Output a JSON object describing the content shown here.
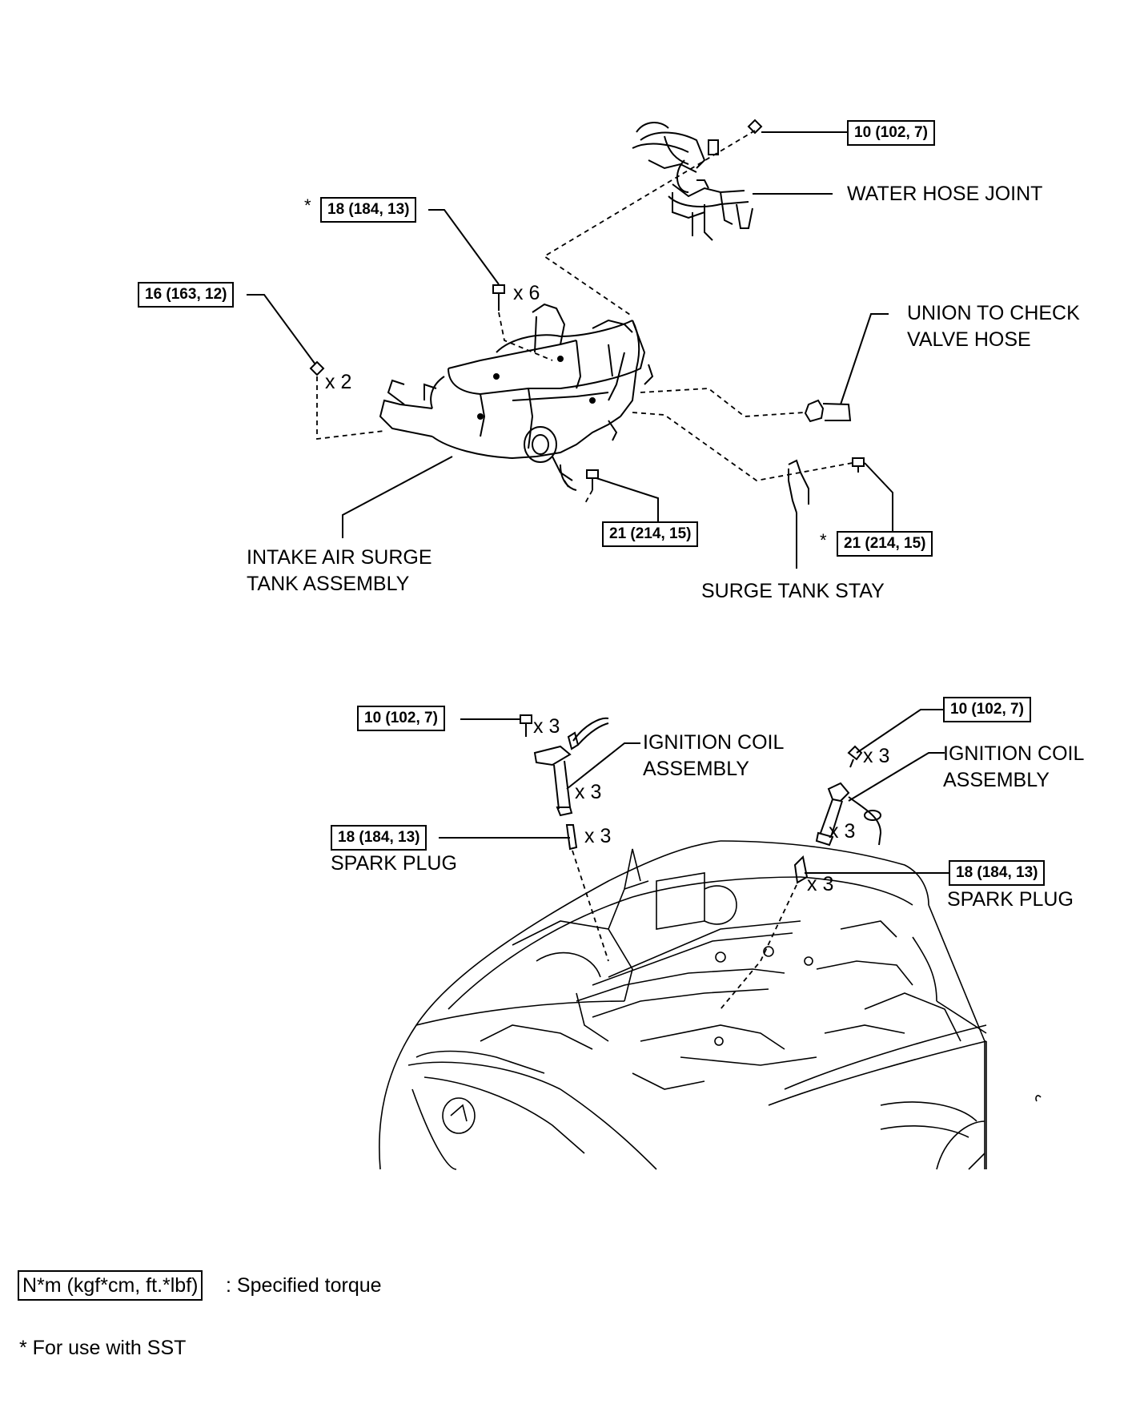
{
  "surge_tank": {
    "torque_water_hose_bolt": "10 (102, 7)",
    "torque_upper_bolts": "18 (184, 13)",
    "torque_nuts": "16 (163, 12)",
    "torque_lower_bolt": "21 (214, 15)",
    "torque_stay_bolt": "21 (214, 15)",
    "qty_upper_bolts": "x 6",
    "qty_nuts": "x 2",
    "label_water_hose_joint": "WATER HOSE JOINT",
    "label_union_hose": "UNION TO CHECK\nVALVE HOSE",
    "label_surge_tank": "INTAKE AIR SURGE\nTANK ASSEMBLY",
    "label_surge_tank_stay": "SURGE TANK STAY",
    "sst_mark": "*"
  },
  "ignition": {
    "left": {
      "torque_coil_bolt": "10 (102, 7)",
      "qty_coil_bolts": "x 3",
      "label_coil": "IGNITION COIL\nASSEMBLY",
      "qty_coils": "x 3",
      "torque_spark_plug": "18 (184, 13)",
      "label_spark_plug": "SPARK PLUG",
      "qty_spark_plugs": "x 3"
    },
    "right": {
      "torque_coil_bolt": "10 (102, 7)",
      "qty_coil_bolts": "x 3",
      "label_coil": "IGNITION COIL\nASSEMBLY",
      "qty_coils": "x 3",
      "torque_spark_plug": "18 (184, 13)",
      "label_spark_plug": "SPARK PLUG",
      "qty_spark_plugs": "x 3"
    }
  },
  "legend": {
    "unit_box": "N*m (kgf*cm, ft.*lbf)",
    "unit_desc": ": Specified torque",
    "sst_note": "* For use with SST"
  }
}
